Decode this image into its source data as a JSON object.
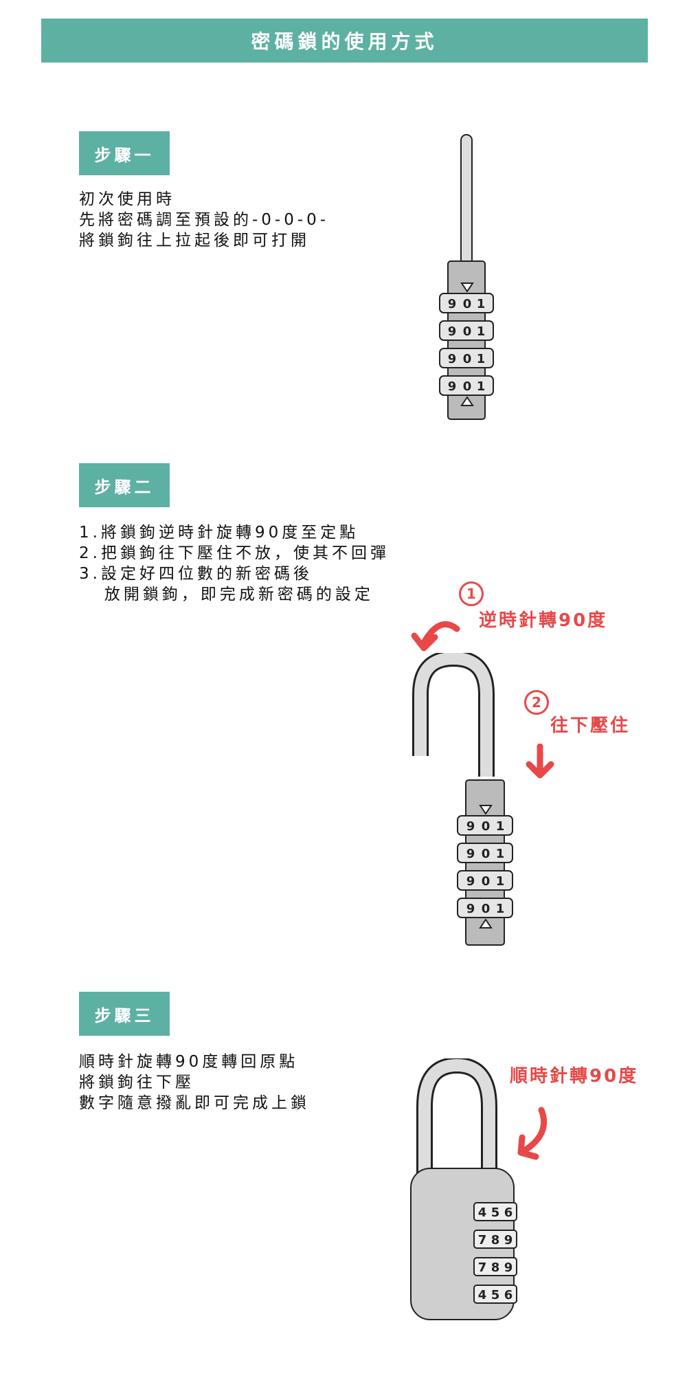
{
  "title": "密碼鎖的使用方式",
  "steps": [
    {
      "label": "步驟一",
      "lines": [
        "初次使用時",
        "先將密碼調至預設的-0-0-0-",
        "將鎖鉤往上拉起後即可打開"
      ]
    },
    {
      "label": "步驟二",
      "lines": [
        "1.將鎖鉤逆時針旋轉90度至定點",
        "2.把鎖鉤往下壓住不放，使其不回彈",
        "3.設定好四位數的新密碼後",
        "   放開鎖鉤，即完成新密碼的設定"
      ],
      "annotations": {
        "circle1": "1",
        "note1": "逆時針轉90度",
        "circle2": "2",
        "note2": "往下壓住"
      }
    },
    {
      "label": "步驟三",
      "lines": [
        "順時針旋轉90度轉回原點",
        "將鎖鉤往下壓",
        "數字隨意撥亂即可完成上鎖"
      ],
      "annotations": {
        "note1": "順時針轉90度"
      }
    }
  ],
  "dials": {
    "cable_lock": [
      "9",
      "0",
      "1"
    ],
    "padlock_rows": [
      [
        "4",
        "5",
        "6"
      ],
      [
        "7",
        "8",
        "9"
      ],
      [
        "7",
        "8",
        "9"
      ],
      [
        "4",
        "5",
        "6"
      ]
    ]
  },
  "colors": {
    "accent": "#5db1a3",
    "annotation": "#e84848"
  }
}
